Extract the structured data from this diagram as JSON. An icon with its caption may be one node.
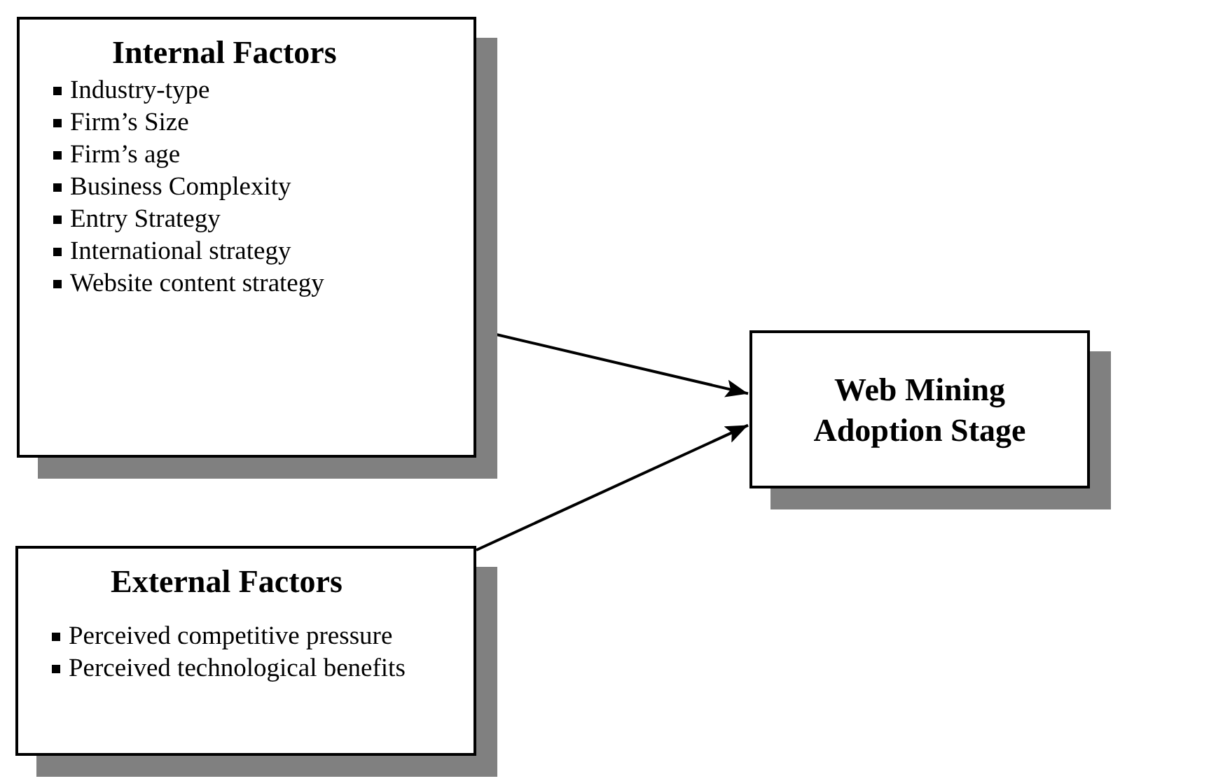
{
  "diagram": {
    "nodes": [
      {
        "text": [
          "Internal Factors",
          "Industry-type",
          "Firm’s Size",
          "Firm’s age",
          "Business Complexity",
          "Entry Strategy",
          "International strategy",
          "Website content strategy"
        ]
      },
      {
        "text": [
          "External Factors",
          "Perceived competitive pressure",
          "Perceived technological benefits"
        ]
      },
      {
        "text": [
          "Web Mining Adoption Stage"
        ]
      }
    ],
    "edges": [
      {
        "from": 0,
        "to": 2,
        "arrow": "to"
      },
      {
        "from": 1,
        "to": 2,
        "arrow": "to"
      }
    ]
  }
}
